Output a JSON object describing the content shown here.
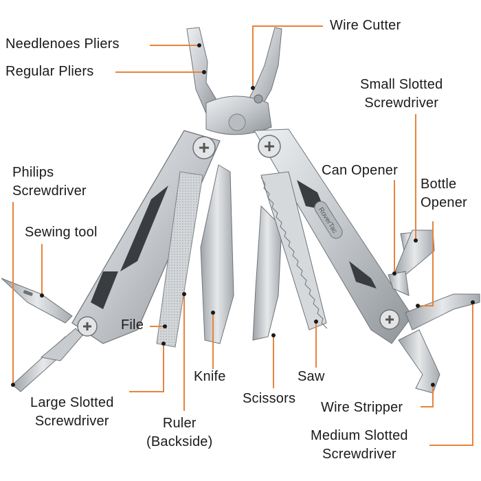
{
  "diagram": {
    "leader_color": "#e8833a",
    "tool_color": "#c9cccf",
    "labels": {
      "needlenose": "Needlenoes Pliers",
      "regular": "Regular Pliers",
      "wire_cutter": "Wire Cutter",
      "small_slotted": [
        "Small Slotted",
        "Screwdriver"
      ],
      "philips": [
        "Philips",
        "Screwdriver"
      ],
      "can_opener": "Can Opener",
      "bottle_opener": [
        "Bottle",
        "Opener"
      ],
      "sewing": "Sewing tool",
      "file": "File",
      "knife": "Knife",
      "saw": "Saw",
      "scissors": "Scissors",
      "large_slotted": [
        "Large Slotted",
        "Screwdriver"
      ],
      "ruler": [
        "Ruler",
        "(Backside)"
      ],
      "wire_stripper": "Wire Stripper",
      "medium_slotted": [
        "Medium Slotted",
        "Screwdriver"
      ]
    },
    "brand_mark": "RoverTac"
  }
}
